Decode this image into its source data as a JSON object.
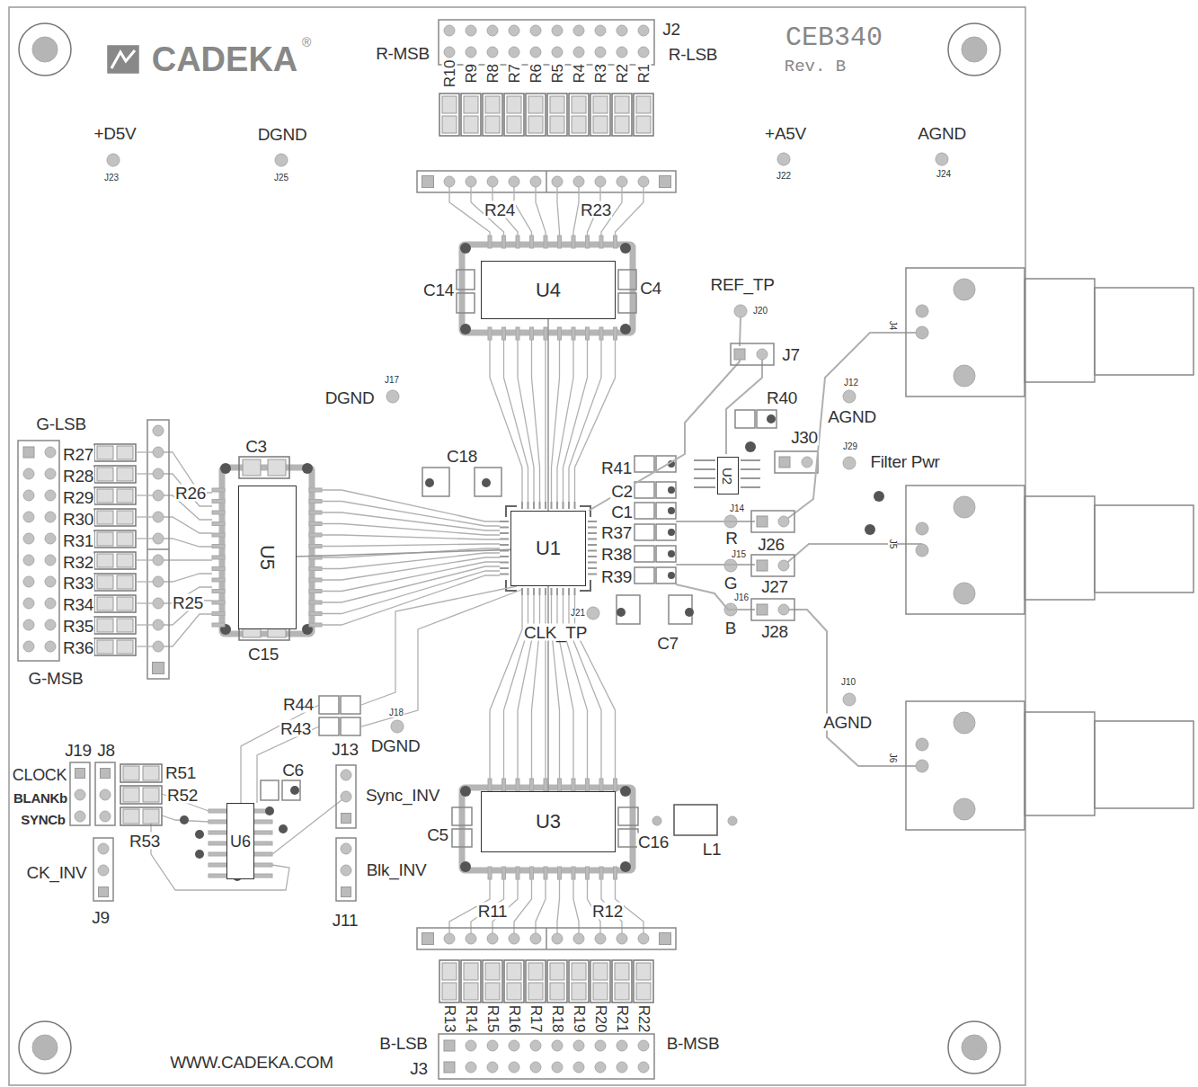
{
  "diagram": {
    "nodes": [
      {
        "text": [
          "U4"
        ]
      },
      {
        "text": [
          "U5"
        ]
      },
      {
        "text": [
          "U1"
        ]
      },
      {
        "text": [
          "U2"
        ]
      },
      {
        "text": [
          "U3"
        ]
      },
      {
        "text": [
          "U6"
        ]
      }
    ],
    "edges": [
      {
        "from": 0,
        "to": 2,
        "arrow": "none"
      },
      {
        "from": 1,
        "to": 2,
        "arrow": "none"
      },
      {
        "from": 4,
        "to": 2,
        "arrow": "none"
      }
    ],
    "labels": [
      "CADEKA",
      "®",
      "CEB340",
      "Rev. B",
      "J2",
      "R-MSB",
      "R-LSB",
      "R10",
      "R9",
      "R8",
      "R7",
      "R6",
      "R5",
      "R4",
      "R3",
      "R2",
      "R1",
      "+D5V",
      "J23",
      "DGND",
      "J25",
      "+A5V",
      "J22",
      "AGND",
      "J24",
      "R24",
      "R23",
      "C14",
      "C4",
      "REF_TP",
      "J20",
      "J7",
      "J4",
      "R40",
      "DGND",
      "J17",
      "J12",
      "AGND",
      "J30",
      "J29",
      "Filter Pwr",
      "C18",
      "C3",
      "G-LSB",
      "R27",
      "R28",
      "R29",
      "R30",
      "R31",
      "R32",
      "R33",
      "R34",
      "R35",
      "R36",
      "R26",
      "R25",
      "G-MSB",
      "C15",
      "R41",
      "C2",
      "C1",
      "R37",
      "R38",
      "R39",
      "J14",
      "R",
      "J26",
      "J5",
      "J15",
      "G",
      "J27",
      "J16",
      "B",
      "J28",
      "J21",
      "CLK_TP",
      "C7",
      "J10",
      "AGND",
      "J6",
      "R44",
      "R43",
      "J13",
      "J18",
      "DGND",
      "C6",
      "J19",
      "J8",
      "CLOCK",
      "BLANKb",
      "SYNCb",
      "R51",
      "R52",
      "R53",
      "Sync_INV",
      "C5",
      "C16",
      "L1",
      "CK_INV",
      "J9",
      "Blk_INV",
      "J11",
      "R11",
      "R12",
      "R13",
      "R14",
      "R15",
      "R16",
      "R17",
      "R18",
      "R19",
      "R20",
      "R21",
      "R22",
      "B-LSB",
      "B-MSB",
      "J3",
      "WWW.CADEKA.COM"
    ]
  }
}
